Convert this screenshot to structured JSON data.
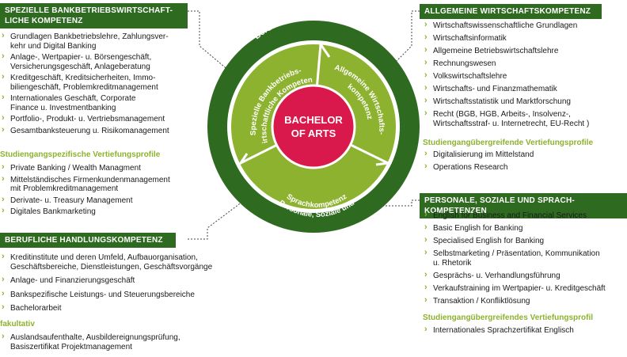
{
  "center": {
    "line1": "BACHELOR",
    "line2": "OF ARTS"
  },
  "ring": {
    "outer_label": "Berufliche Handlungskompetenz"
  },
  "segments": {
    "left": {
      "line1": "Spezielle Bankbetriebs-",
      "line2": "wirtschaftliche Kompetenz"
    },
    "right": {
      "line1": "Allgemeine Wirtschafts-",
      "line2": "kompetenz"
    },
    "bottom": {
      "line1": "Personale, Soziale und",
      "line2": "Sprachkompetenz"
    }
  },
  "left_top": {
    "header_line1": "SPEZIELLE BANKBETRIEBSWIRTSCHAFT-",
    "header_line2": "LICHE KOMPETENZ",
    "items": [
      {
        "l1": "Grundlagen Bankbetriebslehre, Zahlungsver-",
        "l2": "kehr und Digital Banking"
      },
      {
        "l1": "Anlage-, Wertpapier- u. Börsengeschäft,",
        "l2": "Versicherungsgeschäft, Anlageberatung"
      },
      {
        "l1": "Kreditgeschäft, Kreditsicherheiten, Immo-",
        "l2": "biliengeschäft, Problemkreditmanagement"
      },
      {
        "l1": "Internationales Geschäft, Corporate",
        "l2": "Finance  u. Investmentbanking"
      },
      {
        "l1": "Portfolio-, Produkt- u. Vertriebsmanagement",
        "l2": ""
      },
      {
        "l1": "Gesamtbanksteuerung u. Risikomanagement",
        "l2": ""
      }
    ],
    "sub_label": "Studiengangspezifische Vertiefungsprofile",
    "sub_items": [
      {
        "l1": "Private Banking / Wealth Managment",
        "l2": ""
      },
      {
        "l1": "Mittelständisches Firmenkundenmanagement",
        "l2": "mit Problemkreditmanagement"
      },
      {
        "l1": "Derivate- u. Treasury Management",
        "l2": ""
      },
      {
        "l1": "Digitales Bankmarketing",
        "l2": ""
      }
    ]
  },
  "left_bottom": {
    "header": "BERUFLICHE HANDLUNGSKOMPETENZ",
    "items": [
      {
        "l1": "Kreditinstitute und deren Umfeld, Aufbauorganisation,",
        "l2": "Geschäftsbereiche, Dienstleistungen, Geschäftsvorgänge"
      },
      {
        "l1": "Anlage- und Finanzierungsgeschäft",
        "l2": ""
      },
      {
        "l1": "Bankspezifische Leistungs- und Steuerungsbereiche",
        "l2": ""
      },
      {
        "l1": "Bachelorarbeit",
        "l2": ""
      }
    ],
    "sub_label": "fakultativ",
    "sub_items": [
      {
        "l1": "Auslandsaufenthalte, Ausbildereignungsprüfung,",
        "l2": "Basiszertifikat Projektmanagement"
      }
    ]
  },
  "right_top": {
    "header": "ALLGEMEINE WIRTSCHAFTSKOMPETENZ",
    "items": [
      {
        "l1": "Wirtschaftswissenschaftliche Grundlagen",
        "l2": ""
      },
      {
        "l1": "Wirtschaftsinformatik",
        "l2": ""
      },
      {
        "l1": "Allgemeine Betriebswirtschaftslehre",
        "l2": ""
      },
      {
        "l1": "Rechnungswesen",
        "l2": ""
      },
      {
        "l1": "Volkswirtschaftslehre",
        "l2": ""
      },
      {
        "l1": "Wirtschafts-  und  Finanzmathematik",
        "l2": ""
      },
      {
        "l1": "Wirtschaftsstatistik und Marktforschung",
        "l2": ""
      },
      {
        "l1": "Recht (BGB, HGB, Arbeits-, Insolvenz-,",
        "l2": "Wirtschaftsstraf- u. Internetrecht, EU-Recht )"
      }
    ],
    "sub_label": "Studiengangübergreifende Vertiefungsprofile",
    "sub_items": [
      {
        "l1": "Digitalisierung im Mittelstand",
        "l2": ""
      },
      {
        "l1": "Operations Research",
        "l2": ""
      }
    ]
  },
  "right_bottom": {
    "header": "PERSONALE, SOZIALE UND SPRACH-KOMPETENZEN",
    "items": [
      {
        "l1": "English for Business and Financial Services",
        "l2": ""
      },
      {
        "l1": "Basic English for Banking",
        "l2": ""
      },
      {
        "l1": "Specialised English for Banking",
        "l2": ""
      },
      {
        "l1": "Selbstmarketing / Präsentation, Kommunikation",
        "l2": "u. Rhetorik"
      },
      {
        "l1": "Gesprächs- u. Verhandlungsführung",
        "l2": ""
      },
      {
        "l1": "Verkaufstraining im Wertpapier- u. Kreditgeschäft",
        "l2": ""
      },
      {
        "l1": "Transaktion / Konfliktlösung",
        "l2": ""
      }
    ],
    "sub_label": "Studiengangübergreifendes Vertiefungsprofil",
    "sub_items": [
      {
        "l1": "Internationales Sprachzertifikat Englisch",
        "l2": ""
      }
    ]
  },
  "colors": {
    "dark_green": "#2e6b21",
    "light_green": "#8db22f",
    "center_red": "#d9194c",
    "white": "#ffffff"
  }
}
